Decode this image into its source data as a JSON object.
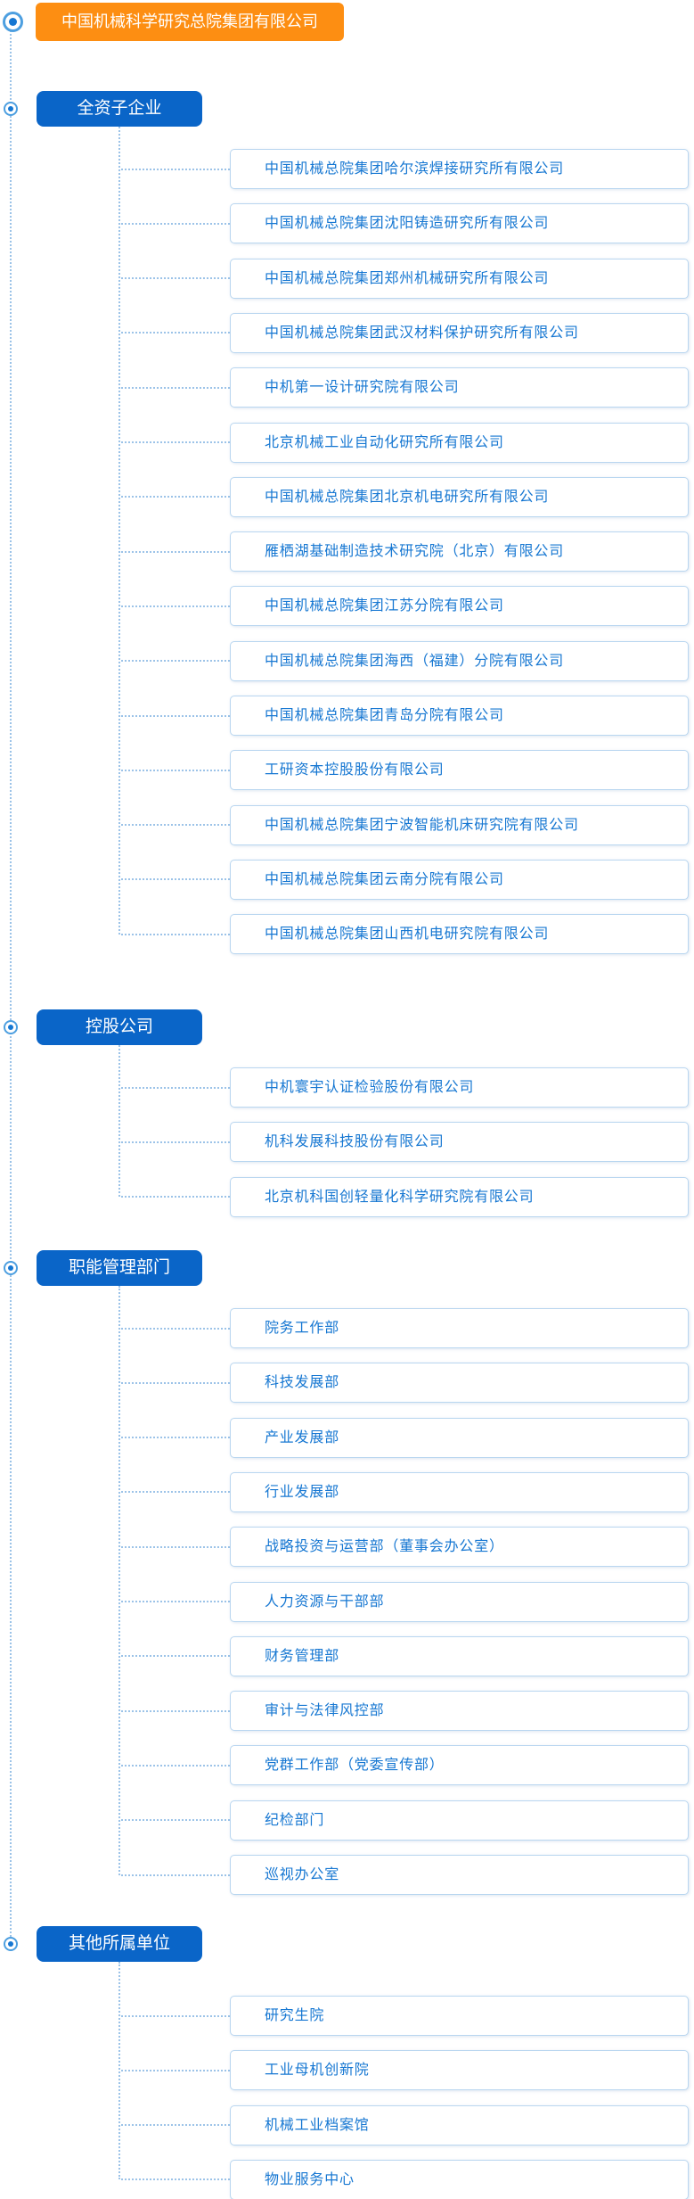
{
  "root": {
    "label": "中国机械科学研究总院集团有限公司"
  },
  "sections": [
    {
      "label": "全资子企业",
      "items": [
        "中国机械总院集团哈尔滨焊接研究所有限公司",
        "中国机械总院集团沈阳铸造研究所有限公司",
        "中国机械总院集团郑州机械研究所有限公司",
        "中国机械总院集团武汉材料保护研究所有限公司",
        "中机第一设计研究院有限公司",
        "北京机械工业自动化研究所有限公司",
        "中国机械总院集团北京机电研究所有限公司",
        "雁栖湖基础制造技术研究院（北京）有限公司",
        "中国机械总院集团江苏分院有限公司",
        "中国机械总院集团海西（福建）分院有限公司",
        "中国机械总院集团青岛分院有限公司",
        "工研资本控股股份有限公司",
        "中国机械总院集团宁波智能机床研究院有限公司",
        "中国机械总院集团云南分院有限公司",
        "中国机械总院集团山西机电研究院有限公司"
      ]
    },
    {
      "label": "控股公司",
      "items": [
        "中机寰宇认证检验股份有限公司",
        "机科发展科技股份有限公司",
        "北京机科国创轻量化科学研究院有限公司"
      ]
    },
    {
      "label": "职能管理部门",
      "items": [
        "院务工作部",
        "科技发展部",
        "产业发展部",
        "行业发展部",
        "战略投资与运营部（董事会办公室）",
        "人力资源与干部部",
        "财务管理部",
        "审计与法律风控部",
        "党群工作部（党委宣传部）",
        "纪检部门",
        "巡视办公室"
      ]
    },
    {
      "label": "其他所属单位",
      "items": [
        "研究生院",
        "工业母机创新院",
        "机械工业档案馆",
        "物业服务中心"
      ]
    }
  ],
  "colors": {
    "root_bg": "#fd8e12",
    "section_bg": "#0a65c8",
    "item_text": "#1677d2",
    "item_border": "#b9d6f0",
    "connector": "#9cc3e8",
    "icon_ring": "#4d9fe0",
    "icon_dot": "#1677d2"
  }
}
